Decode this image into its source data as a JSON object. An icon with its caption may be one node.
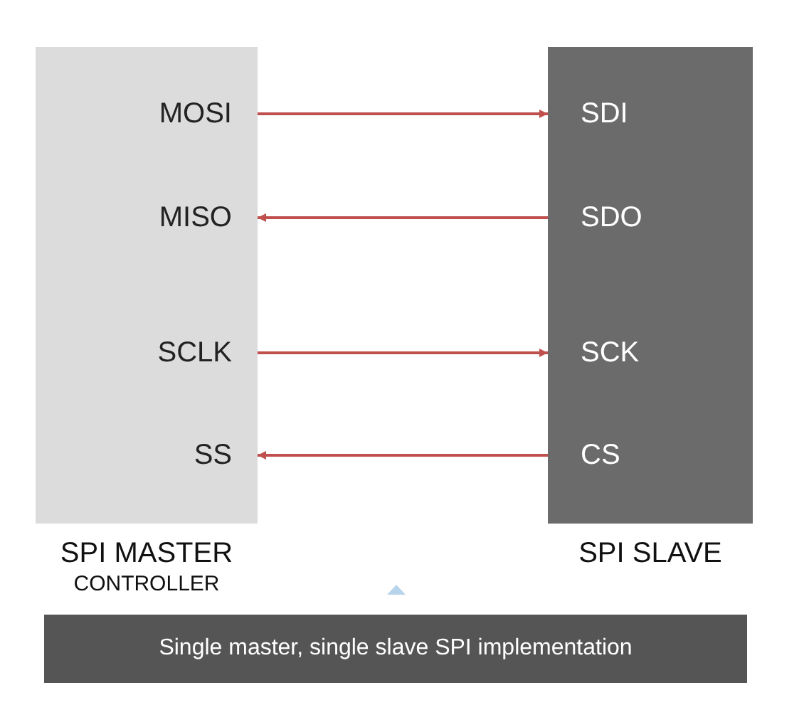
{
  "diagram": {
    "nodes": [
      {
        "text": [
          "SPI MASTER",
          "CONTROLLER"
        ]
      },
      {
        "text": [
          "MOSI"
        ],
        "in": 0
      },
      {
        "text": [
          "MISO"
        ],
        "in": 0
      },
      {
        "text": [
          "SCLK"
        ],
        "in": 0
      },
      {
        "text": [
          "SS"
        ],
        "in": 0
      },
      {
        "text": [
          "SPI SLAVE"
        ]
      },
      {
        "text": [
          "SDI"
        ],
        "in": 5
      },
      {
        "text": [
          "SDO"
        ],
        "in": 5
      },
      {
        "text": [
          "SCK"
        ],
        "in": 5
      },
      {
        "text": [
          "CS"
        ],
        "in": 5
      },
      {
        "text": [
          "Single master, single slave SPI implementation"
        ]
      }
    ],
    "edges": [
      {
        "from": 1,
        "to": 6,
        "arrow": "to"
      },
      {
        "from": 7,
        "to": 2,
        "arrow": "to"
      },
      {
        "from": 3,
        "to": 8,
        "arrow": "to"
      },
      {
        "from": 9,
        "to": 4,
        "arrow": "to"
      }
    ]
  }
}
